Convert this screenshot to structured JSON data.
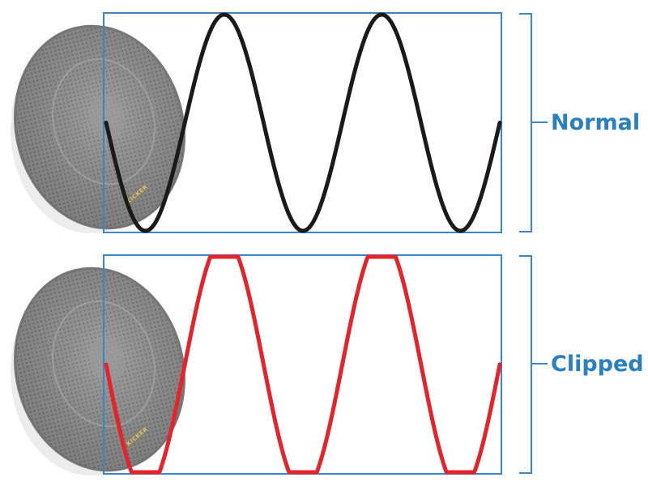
{
  "colors": {
    "frame": "#3a86c8",
    "label": "#2a7fc0",
    "normal_wave": "#1a1a1a",
    "clipped_wave": "#e8222b",
    "speaker_body": "#8f8f8f",
    "speaker_edge": "#6e6e6e",
    "speaker_ring": "#a9a9a9"
  },
  "panels": [
    {
      "id": "normal",
      "label": "Normal",
      "wave": {
        "cycles": 2.5,
        "clip_level": 1.0
      },
      "speaker": {
        "brand": "KICKER",
        "icon": "speaker-grille-icon"
      }
    },
    {
      "id": "clipped",
      "label": "Clipped",
      "wave": {
        "cycles": 2.5,
        "clip_level": 0.85
      },
      "speaker": {
        "brand": "KICKER",
        "icon": "speaker-grille-icon"
      }
    }
  ]
}
